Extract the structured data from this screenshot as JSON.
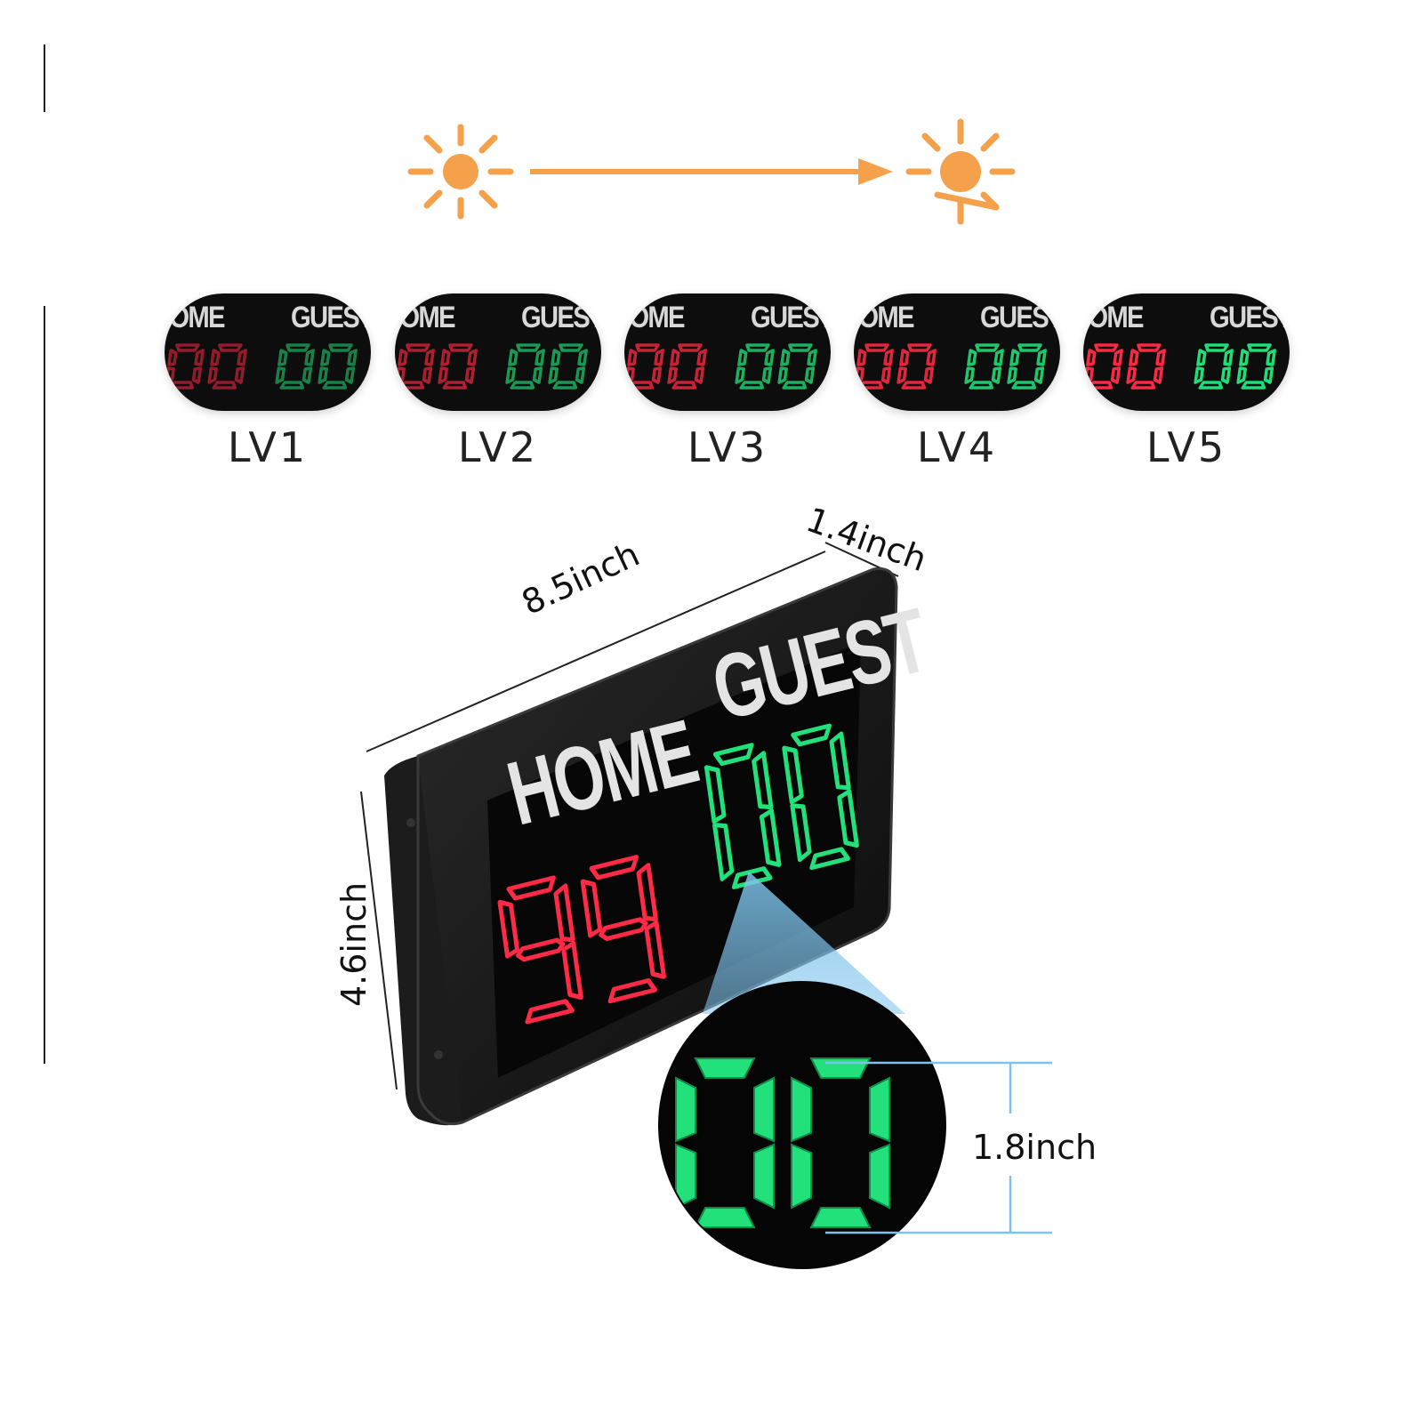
{
  "brightness": {
    "levels": [
      {
        "label": "LV1",
        "home_label": "HOME",
        "guest_label": "GUEST",
        "home_score": "00",
        "guest_score": "00"
      },
      {
        "label": "LV2",
        "home_label": "HOME",
        "guest_label": "GUEST",
        "home_score": "00",
        "guest_score": "00"
      },
      {
        "label": "LV3",
        "home_label": "HOME",
        "guest_label": "GUEST",
        "home_score": "00",
        "guest_score": "00"
      },
      {
        "label": "LV4",
        "home_label": "HOME",
        "guest_label": "GUEST",
        "home_score": "00",
        "guest_score": "00"
      },
      {
        "label": "LV5",
        "home_label": "HOME",
        "guest_label": "GUEST",
        "home_score": "00",
        "guest_score": "00"
      }
    ],
    "low_icon": "sun-icon",
    "high_icon": "sun-icon",
    "arrow_icon": "arrow-right-icon"
  },
  "scoreboard": {
    "home_label": "HOME",
    "guest_label": "GUEST",
    "home_score": "99",
    "guest_score": "00",
    "zoom_digits": "00"
  },
  "dimensions": {
    "width": "8.5inch",
    "depth": "1.4inch",
    "height": "4.6inch",
    "digit_height": "1.8inch"
  },
  "colors": {
    "home": "#ff2a45",
    "guest": "#22e07a",
    "sun": "#f5a04a",
    "callout": "#7ec3ec"
  }
}
